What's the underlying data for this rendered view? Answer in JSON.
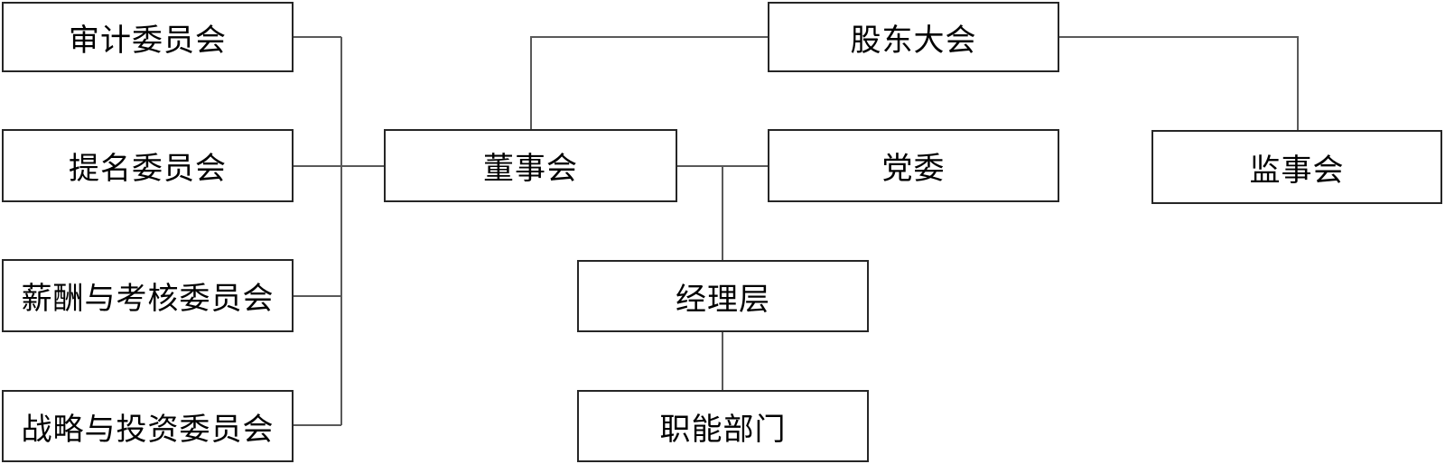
{
  "diagram": {
    "type": "org-chart",
    "nodes": [
      {
        "id": "shareholders",
        "label": "股东大会"
      },
      {
        "id": "board",
        "label": "董事会"
      },
      {
        "id": "party",
        "label": "党委"
      },
      {
        "id": "supervisory",
        "label": "监事会"
      },
      {
        "id": "audit",
        "label": "审计委员会"
      },
      {
        "id": "nomination",
        "label": "提名委员会"
      },
      {
        "id": "compensation",
        "label": "薪酬与考核委员会"
      },
      {
        "id": "strategy",
        "label": "战略与投资委员会"
      },
      {
        "id": "management",
        "label": "经理层"
      },
      {
        "id": "functional",
        "label": "职能部门"
      }
    ],
    "edges": [
      {
        "from": "股东大会",
        "to": "董事会"
      },
      {
        "from": "股东大会",
        "to": "监事会"
      },
      {
        "from": "董事会",
        "to": "党委"
      },
      {
        "from": "董事会",
        "to": "审计委员会"
      },
      {
        "from": "董事会",
        "to": "提名委员会"
      },
      {
        "from": "董事会",
        "to": "薪酬与考核委员会"
      },
      {
        "from": "董事会",
        "to": "战略与投资委员会"
      },
      {
        "from": "董事会",
        "to": "经理层"
      },
      {
        "from": "经理层",
        "to": "职能部门"
      }
    ],
    "colors": {
      "background": "#ffffff",
      "box_border": "#262626",
      "connector": "#595959",
      "text": "#000000"
    }
  }
}
